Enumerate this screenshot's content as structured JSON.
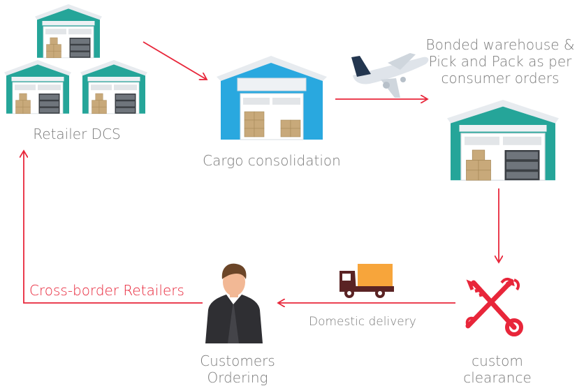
{
  "labels": {
    "retailer_dcs": "Retailer DCS",
    "cargo_consolidation": "Cargo consolidation",
    "bonded_line1": "Bonded warehouse &",
    "bonded_line2": "Pick and Pack as per",
    "bonded_line3": "consumer orders",
    "cross_border": "Cross-border Retailers",
    "domestic_delivery": "Domestic delivery",
    "customers_line1": "Customers",
    "customers_line2": "Ordering",
    "custom_line1": "custom",
    "custom_line2": "clearance"
  },
  "colors": {
    "arrow": "#e8263a",
    "roof": "#e7ebef",
    "teal": "#25a599",
    "blue": "#29a8df",
    "box": "#c8a97a",
    "shelf": "#3b3f44",
    "plane": "#dfe4ea",
    "plane_tail": "#23364f",
    "truck_cab": "#5a2324",
    "truck_box": "#f7a53b",
    "key": "#e8263a",
    "person_suit": "#2f2f33",
    "person_skin": "#f2b895",
    "person_hair": "#6b4528",
    "label_text": "#7a7a7a"
  },
  "icons": [
    "warehouse-icon",
    "plane-icon",
    "truck-icon",
    "customs-key-icon",
    "customer-icon"
  ]
}
